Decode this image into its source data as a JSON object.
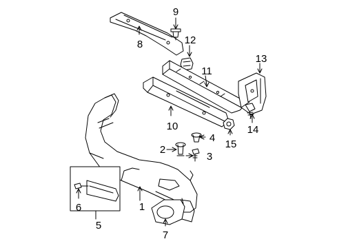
{
  "callouts": [
    {
      "id": "1",
      "label": "1"
    },
    {
      "id": "2",
      "label": "2"
    },
    {
      "id": "3",
      "label": "3"
    },
    {
      "id": "4",
      "label": "4"
    },
    {
      "id": "5",
      "label": "5"
    },
    {
      "id": "6",
      "label": "6"
    },
    {
      "id": "7",
      "label": "7"
    },
    {
      "id": "8",
      "label": "8"
    },
    {
      "id": "9",
      "label": "9"
    },
    {
      "id": "10",
      "label": "10"
    },
    {
      "id": "11",
      "label": "11"
    },
    {
      "id": "12",
      "label": "12"
    },
    {
      "id": "13",
      "label": "13"
    },
    {
      "id": "14",
      "label": "14"
    },
    {
      "id": "15",
      "label": "15"
    }
  ],
  "colors": {
    "line": "#000000",
    "fill": "#ffffff",
    "background": "#ffffff"
  }
}
